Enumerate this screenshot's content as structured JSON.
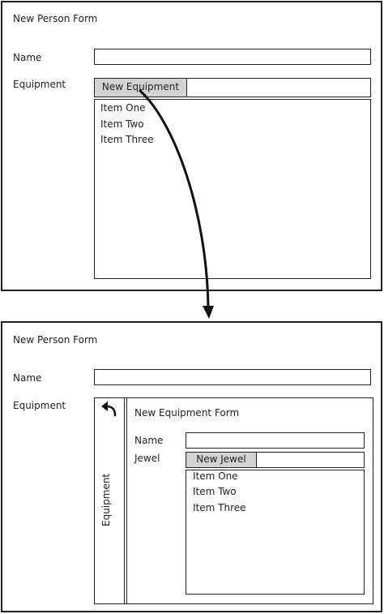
{
  "top_form": {
    "title": "New Person Form",
    "name_label": "Name",
    "name_value": "",
    "equipment_label": "Equipment",
    "new_equipment_button": "New Equipment",
    "equipment_items": [
      "Item One",
      "Item Two",
      "Item Three"
    ]
  },
  "bottom_form": {
    "title": "New Person Form",
    "name_label": "Name",
    "name_value": "",
    "equipment_label": "Equipment",
    "back_icon": "back-arrow-icon",
    "collapsed_panel_label": "Equipment",
    "nested_form": {
      "title": "New Equipment Form",
      "name_label": "Name",
      "name_value": "",
      "jewel_label": "Jewel",
      "new_jewel_button": "New Jewel",
      "jewel_items": [
        "Item One",
        "Item Two",
        "Item Three"
      ]
    }
  },
  "transition_arrow_icon": "curved-down-arrow-icon"
}
